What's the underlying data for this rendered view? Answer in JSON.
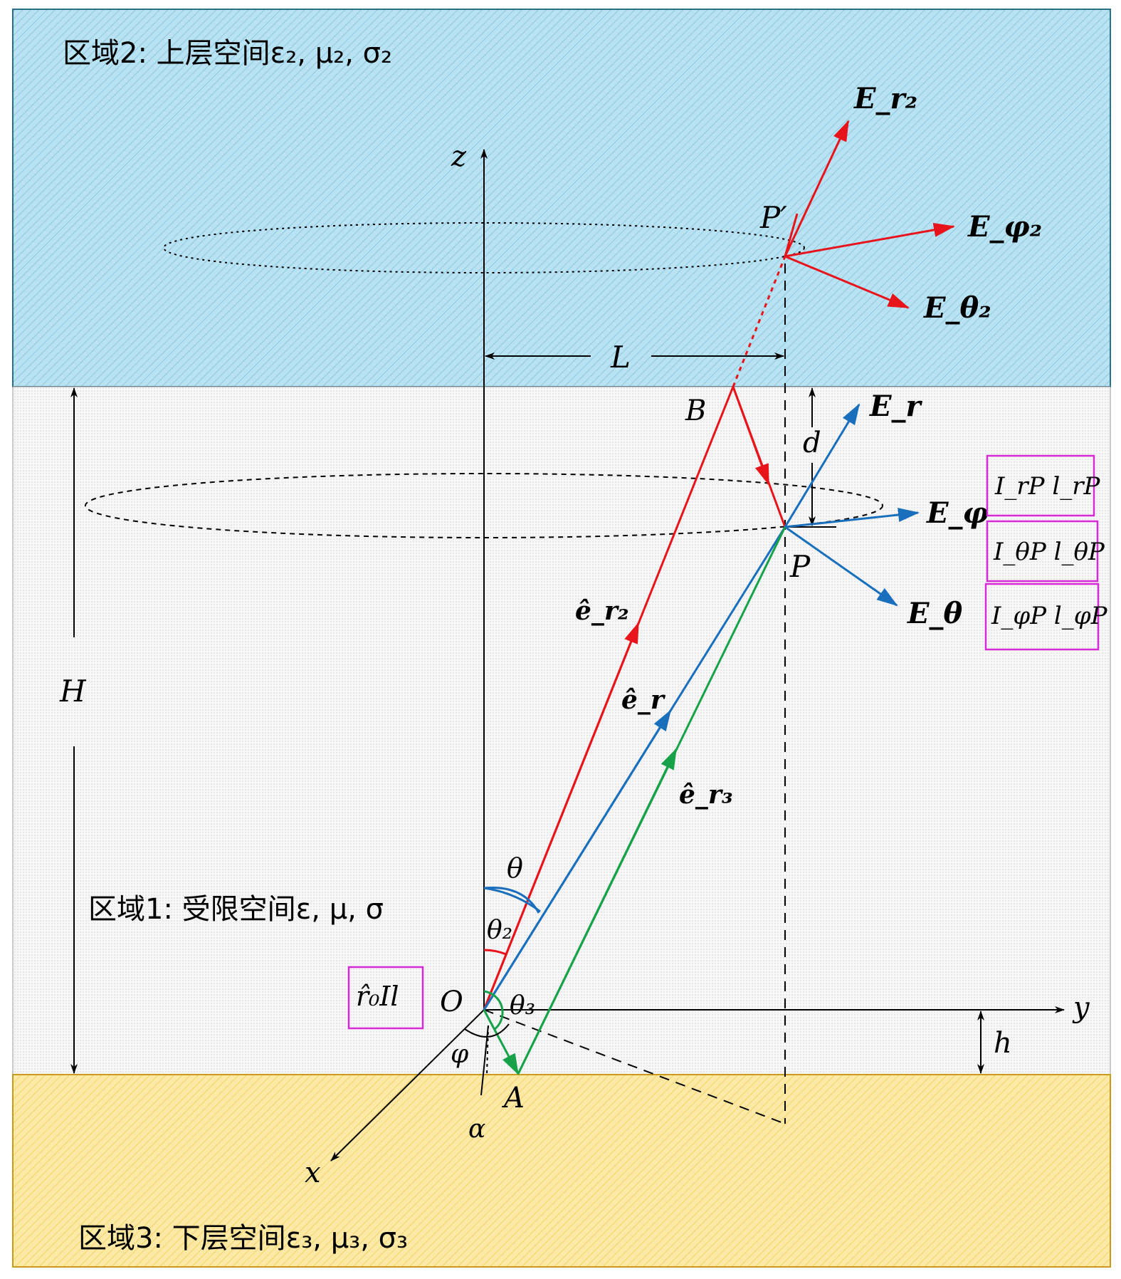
{
  "regions": {
    "region2": "区域2: 上层空间ε₂, μ₂, σ₂",
    "region1": "区域1: 受限空间ε, μ, σ",
    "region3": "区域3: 下层空间ε₃, μ₃, σ₃"
  },
  "axes": {
    "x": "x",
    "y": "y",
    "z": "z"
  },
  "dimensions": {
    "L": "L",
    "H": "H",
    "d": "d",
    "h": "h"
  },
  "points": {
    "O": "O",
    "P": "P",
    "P_prime": "P′",
    "A": "A",
    "B": "B"
  },
  "angles": {
    "theta": "θ",
    "theta2": "θ₂",
    "theta3": "θ₃",
    "phi": "φ",
    "alpha": "α"
  },
  "vectors": {
    "E_r": "E_r",
    "E_phi": "E_φ",
    "E_theta": "E_θ",
    "E_r2": "E_r₂",
    "E_phi2": "E_φ₂",
    "E_theta2": "E_θ₂",
    "e_r": "ê_r",
    "e_r2": "ê_r₂",
    "e_r3": "ê_r₃"
  },
  "boxes": {
    "source": "r̂₀Il",
    "Ir": "I_rP l_rP",
    "Itheta": "I_θP l_θP",
    "Iphi": "I_φP l_φP"
  },
  "colors": {
    "upper_layer": "#b9e3f2",
    "lower_layer": "#fde9a6",
    "red_path": "#e8141c",
    "blue_path": "#1a6fbd",
    "green_path": "#17a24a",
    "box_border": "#d62ad6"
  }
}
